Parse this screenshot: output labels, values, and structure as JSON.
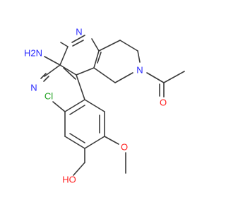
{
  "molecule": {
    "atoms": {
      "N_ring": {
        "text": "N",
        "color": "#2a2aff"
      },
      "NH2": {
        "text": "H2N",
        "color": "#2a2aff"
      },
      "N_cyano": {
        "text": "N",
        "color": "#2a2aff"
      },
      "N_amide": {
        "text": "N",
        "color": "#2a2aff"
      },
      "O_carbonyl": {
        "text": "O",
        "color": "#ff2020"
      },
      "Cl": {
        "text": "Cl",
        "color": "#1fa01f"
      },
      "O_methoxy": {
        "text": "O",
        "color": "#ff2020"
      },
      "OH": {
        "text": "HO",
        "color": "#ff2020"
      }
    },
    "bond_color": "#3a3a3a"
  }
}
